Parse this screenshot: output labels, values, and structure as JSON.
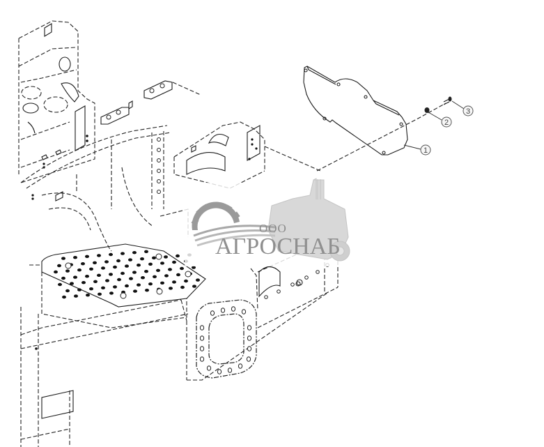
{
  "diagram": {
    "type": "exploded-parts-drawing",
    "subject": "Tractor frame section with inspection cover plate",
    "callouts": [
      {
        "id": "1",
        "label": "1",
        "part": "cover-plate"
      },
      {
        "id": "2",
        "label": "2",
        "part": "washer"
      },
      {
        "id": "3",
        "label": "3",
        "part": "bolt"
      }
    ]
  },
  "watermark": {
    "prefix": "ООО",
    "brand": "АГРОСНАБ",
    "colors": {
      "gear": "#9a9a9a",
      "text": "#8f8f8f",
      "combine": "#d0d0d0"
    }
  }
}
